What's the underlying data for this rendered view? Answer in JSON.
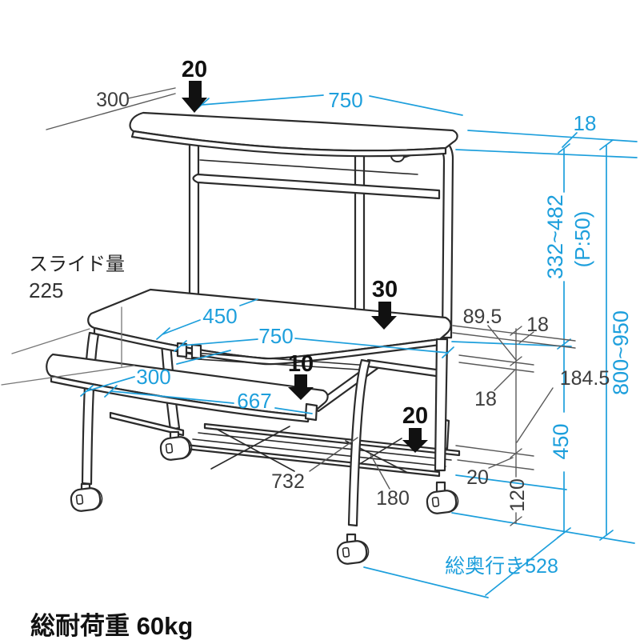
{
  "diagram": {
    "note": {
      "total_load": "総耐荷重 60kg"
    },
    "slide": {
      "label": "スライド量",
      "value": "225"
    },
    "loads": {
      "top_shelf": "20",
      "desk": "30",
      "keyboard_shelf": "10",
      "bottom_shelf": "20"
    },
    "dimensions": {
      "top_shelf_width": "750",
      "top_shelf_depth": "300",
      "top_shelf_thickness": "18",
      "shelf_to_desk_range": "332~482",
      "shelf_pitch": "(P:50)",
      "total_height_range": "800~950",
      "desk_depth": "450",
      "desk_width": "750",
      "desk_thickness": "18",
      "desk_under_gap": "89.5",
      "keyboard_depth": "300",
      "keyboard_width": "667",
      "keyboard_thickness": "18",
      "keyboard_to_bottom_shelf": "184.5",
      "desk_height": "450",
      "bottom_shelf_width": "732",
      "bottom_shelf_depth": "180",
      "bottom_shelf_thickness": "20",
      "caster_clearance": "120",
      "total_depth": "総奥行き528"
    },
    "colors": {
      "dimension_cyan": "#1d9fdc",
      "line_dark": "#2b2b2b",
      "label_gray": "#3d3d3d",
      "arrow_black": "#111111"
    }
  }
}
